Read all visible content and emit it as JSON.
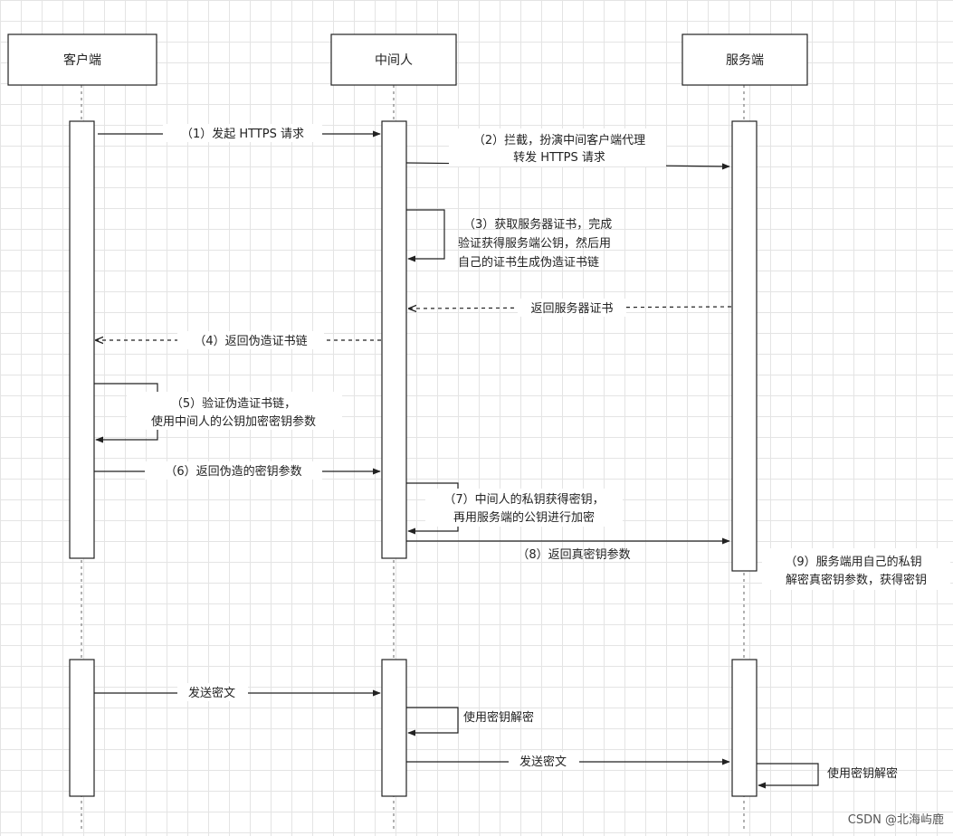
{
  "participants": {
    "client": "客户端",
    "mitm": "中间人",
    "server": "服务端"
  },
  "messages": {
    "m1": "（1）发起 HTTPS 请求",
    "m2a": "（2）拦截，扮演中间客户端代理",
    "m2b": "转发 HTTPS 请求",
    "m3a": "（3）获取服务器证书，完成",
    "m3b": "验证获得服务端公钥，然后用",
    "m3c": "自己的证书生成伪造证书链",
    "m_return_cert": "返回服务器证书",
    "m4": "（4）返回伪造证书链",
    "m5a": "（5）验证伪造证书链，",
    "m5b": "使用中间人的公钥加密密钥参数",
    "m6": "（6）返回伪造的密钥参数",
    "m7a": "（7）中间人的私钥获得密钥，",
    "m7b": "再用服务端的公钥进行加密",
    "m8": "（8）返回真密钥参数",
    "m9a": "（9）服务端用自己的私钥",
    "m9b": "解密真密钥参数，获得密钥",
    "send1": "发送密文",
    "decrypt1": "使用密钥解密",
    "send2": "发送密文",
    "decrypt2": "使用密钥解密"
  },
  "watermark": "CSDN @北海屿鹿"
}
